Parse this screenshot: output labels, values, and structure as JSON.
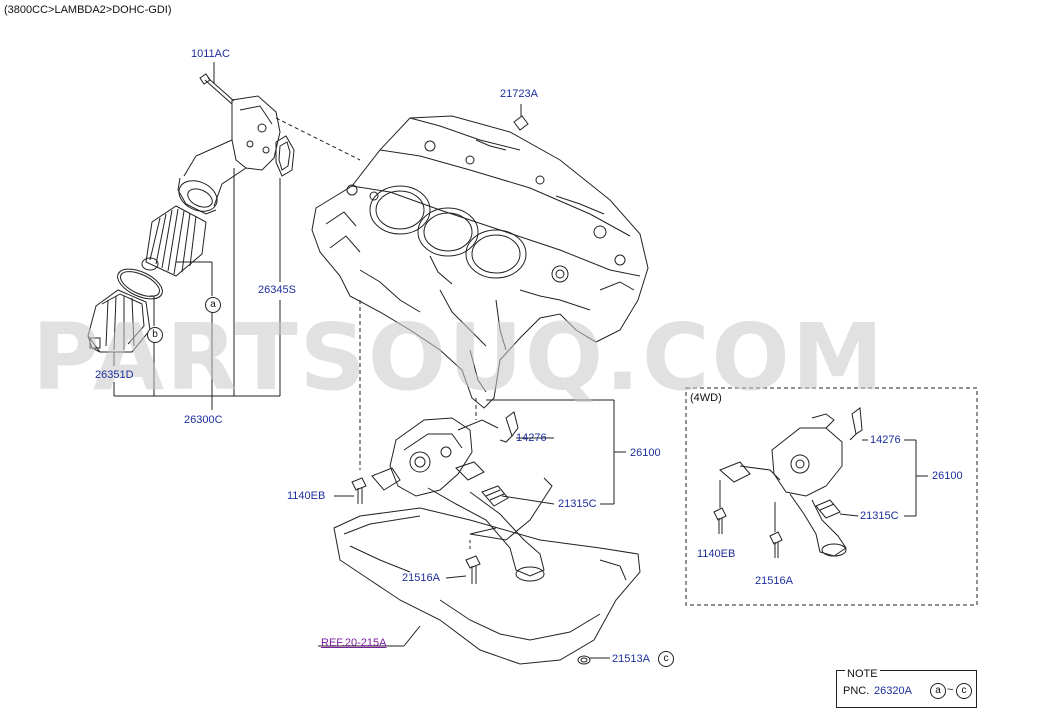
{
  "header": {
    "title": "(3800CC>LAMBDA2>DOHC-GDI)"
  },
  "watermark": "PARTSOUQ.COM",
  "labels": {
    "p1011ac": "1011AC",
    "p21723a": "21723A",
    "p26345s": "26345S",
    "p26351d": "26351D",
    "p26300c": "26300C",
    "p14276": "14276",
    "p26100": "26100",
    "p1140eb": "1140EB",
    "p21315c": "21315C",
    "p21516a": "21516A",
    "p21513a": "21513A",
    "ref": "REF.20-215A",
    "w14276": "14276",
    "w26100": "26100",
    "w21315c": "21315C",
    "w1140eb": "1140EB",
    "w21516a": "21516A"
  },
  "markers": {
    "a": "a",
    "b": "b",
    "c": "c",
    "tilde": "~"
  },
  "wd_box": {
    "title": "(4WD)"
  },
  "note": {
    "title": "NOTE",
    "pnc_label": "PNC.",
    "pnc_code": "26320A"
  },
  "colors": {
    "part_label": "#1c2f9e",
    "ref_label": "#7a1fa0",
    "line": "#222222",
    "watermark": "#c9c9c9"
  }
}
